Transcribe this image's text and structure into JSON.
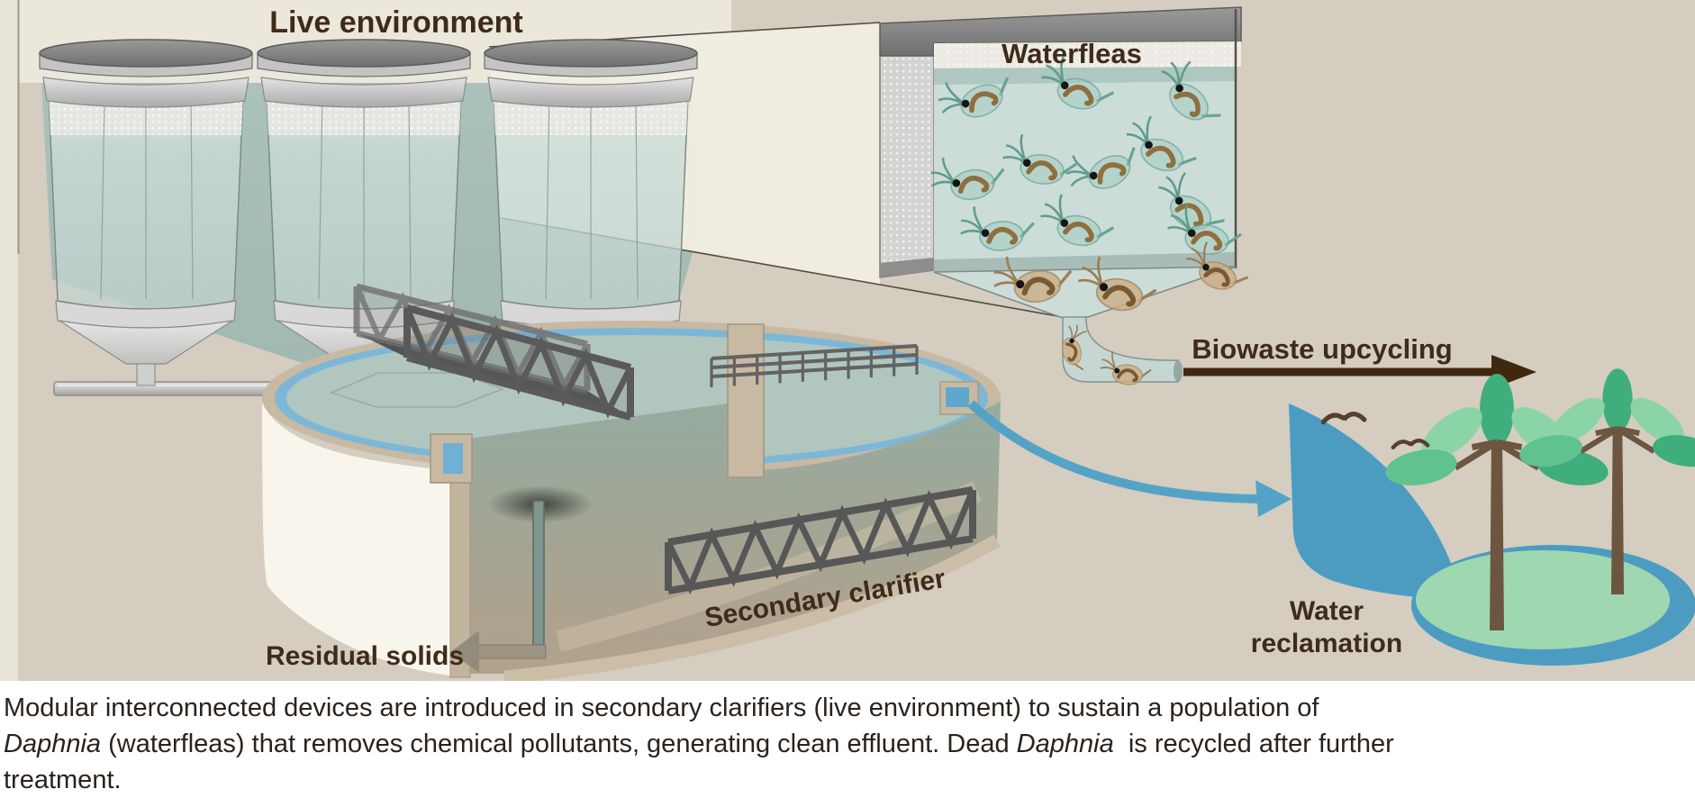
{
  "labels": {
    "live_environment": "Live environment",
    "waterfleas": "Waterfleas",
    "biowaste_upcycling": "Biowaste upcycling",
    "residual_solids": "Residual solids",
    "secondary_clarifier": "Secondary clarifier",
    "water_reclamation_line1": "Water",
    "water_reclamation_line2": "reclamation"
  },
  "caption": {
    "lines": [
      [
        {
          "text": "Modular interconnected devices are introduced in secondary clarifiers (live environment) to sustain a population of",
          "italic": false
        }
      ],
      [
        {
          "text": "Daphnia",
          "italic": true
        },
        {
          "text": " (waterfleas) that removes chemical pollutants, generating clean effluent. Dead ",
          "italic": false
        },
        {
          "text": "Daphnia",
          "italic": true
        },
        {
          "text": "  is recycled after further",
          "italic": false
        }
      ],
      [
        {
          "text": "treatment.",
          "italic": false
        }
      ]
    ]
  },
  "scene": {
    "modular_tank_count": 3,
    "live_waterflea_count": 11,
    "dead_waterflea_count": 5,
    "bird_count": 2,
    "tree_count": 2
  },
  "colors": {
    "background": "#d4cdc0",
    "background_light": "#ebe7da",
    "pool_green": "#a7bfb8",
    "surface_green": "#b1c6be",
    "rim_tan": "#c8b9a3",
    "wall_white": "#f8f5ed",
    "ring_blue": "#7db7d8",
    "water_blue": "#54a3c6",
    "pond_green": "#9fd8b0",
    "tree_green_dark": "#3fae7c",
    "tree_green_light": "#8bd4a6",
    "truss_gray": "#5f5f5f",
    "label_brown": "#3e2b1a",
    "arrow_brown": "#40280f",
    "caption_text": "#2b221b",
    "caption_bg": "#ffffff"
  }
}
